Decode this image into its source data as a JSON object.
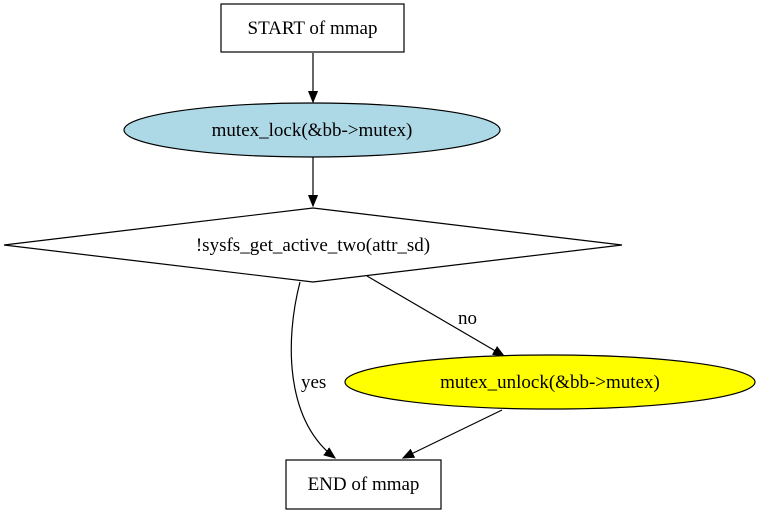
{
  "nodes": {
    "start": {
      "label": "START of mmap",
      "shape": "box",
      "fill": "#ffffff"
    },
    "lock": {
      "label": "mutex_lock(&bb->mutex)",
      "shape": "ellipse",
      "fill": "#add8e6"
    },
    "check": {
      "label": "!sysfs_get_active_two(attr_sd)",
      "shape": "diamond",
      "fill": "#ffffff"
    },
    "unlock": {
      "label": "mutex_unlock(&bb->mutex)",
      "shape": "ellipse",
      "fill": "#ffff00"
    },
    "end": {
      "label": "END of mmap",
      "shape": "box",
      "fill": "#ffffff"
    }
  },
  "edges": {
    "start_to_lock": {
      "from": "start",
      "to": "lock",
      "label": ""
    },
    "lock_to_check": {
      "from": "lock",
      "to": "check",
      "label": ""
    },
    "check_to_end": {
      "from": "check",
      "to": "end",
      "label": "yes"
    },
    "check_to_unlock": {
      "from": "check",
      "to": "unlock",
      "label": "no"
    },
    "unlock_to_end": {
      "from": "unlock",
      "to": "end",
      "label": ""
    }
  }
}
